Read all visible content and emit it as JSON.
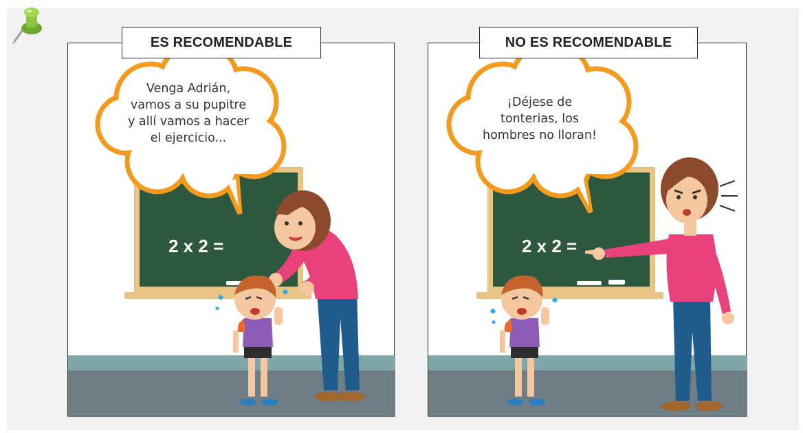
{
  "panels": [
    {
      "title": "ES RECOMENDABLE",
      "bubble_lines": [
        "Venga Adrián,",
        "vamos a su pupitre",
        "y allí vamos a hacer",
        "el ejercicio..."
      ],
      "board_text": "2 x 2 ="
    },
    {
      "title": "NO ES RECOMENDABLE",
      "bubble_lines": [
        "¡Déjese de",
        "tonterias, los",
        "hombres no lloran!"
      ],
      "board_text": "2 x 2 ="
    }
  ],
  "colors": {
    "bubble_border": "#f39a1f",
    "chalkboard": "#2e5740",
    "board_frame": "#e8c585",
    "wall_stripe": "#7fa7a7",
    "floor": "#6f7d84",
    "teacher_shirt": "#e9427a",
    "teacher_pants": "#1f5c8c",
    "boy_shirt": "#8d5bb5",
    "pin": "#8cc63f"
  }
}
